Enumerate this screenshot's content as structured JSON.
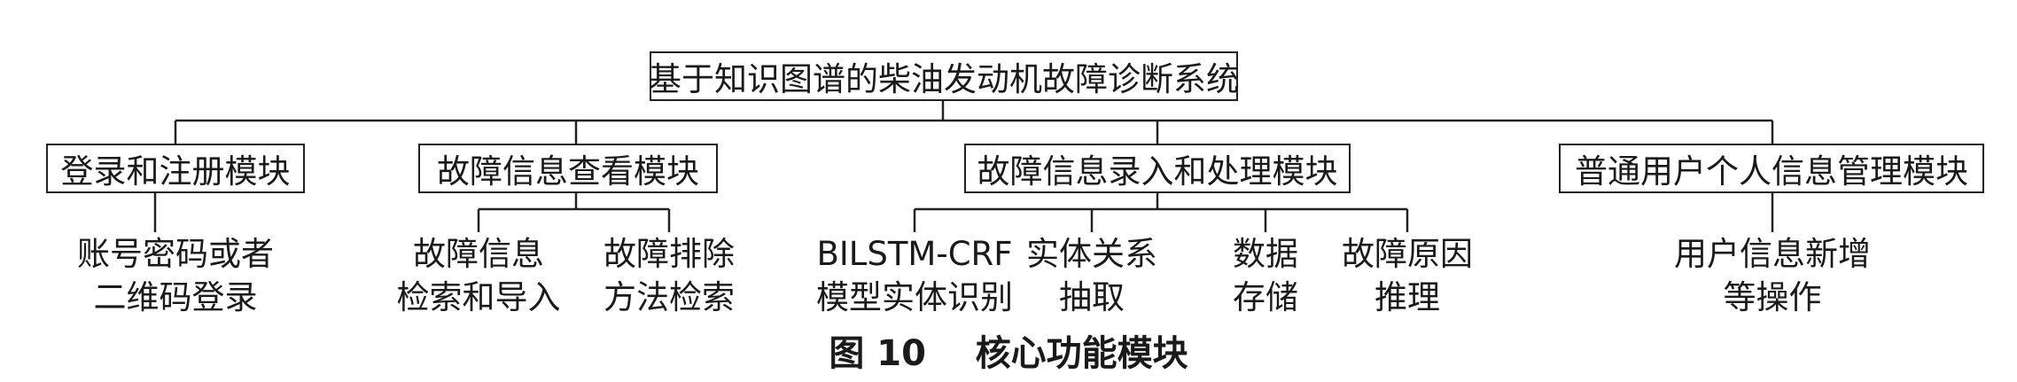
{
  "root": "基于知识图谱的柴油发动机故障诊断系统",
  "modules": [
    "登录和注册模块",
    "故障信息查看模块",
    "故障信息录入和处理模块",
    "普通用户个人信息管理模块"
  ],
  "leaves": [
    [
      "账号密码或者",
      "二维码登录"
    ],
    [
      "故障信息",
      "检索和导入"
    ],
    [
      "故障排除",
      "方法检索"
    ],
    [
      "BILSTM-CRF",
      "模型实体识别"
    ],
    [
      "实体关系",
      "抽取"
    ],
    [
      "数据",
      "存储"
    ],
    [
      "故障原因",
      "推理"
    ],
    [
      "用户信息新增",
      "等操作"
    ]
  ],
  "caption": "图 10    核心功能模块"
}
